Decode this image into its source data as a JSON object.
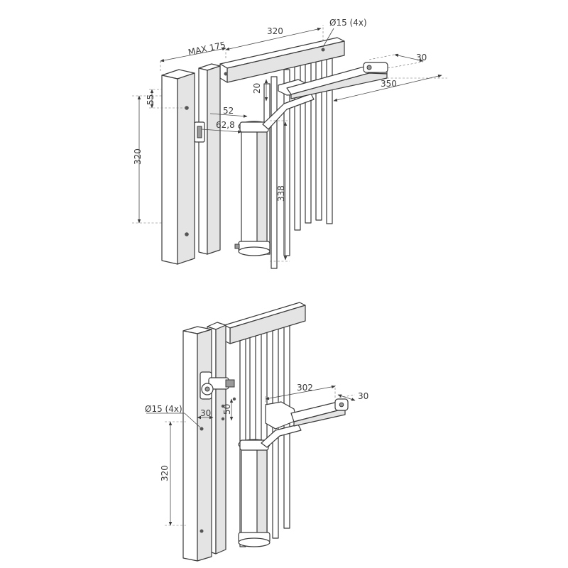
{
  "top_view": {
    "dim_320_top": "320",
    "dim_hole": "Ø15 (4x)",
    "dim_max": "MAX 175",
    "dim_30": "30",
    "dim_20": "20",
    "dim_350": "350",
    "dim_55": "55",
    "dim_52": "52",
    "dim_62_8": "62,8",
    "dim_320_left": "320",
    "dim_338": "338"
  },
  "bottom_view": {
    "dim_302": "302",
    "dim_30_right": "30",
    "dim_hole": "Ø15 (4x)",
    "dim_30_left": "30",
    "dim_50": "50",
    "dim_320": "320"
  }
}
